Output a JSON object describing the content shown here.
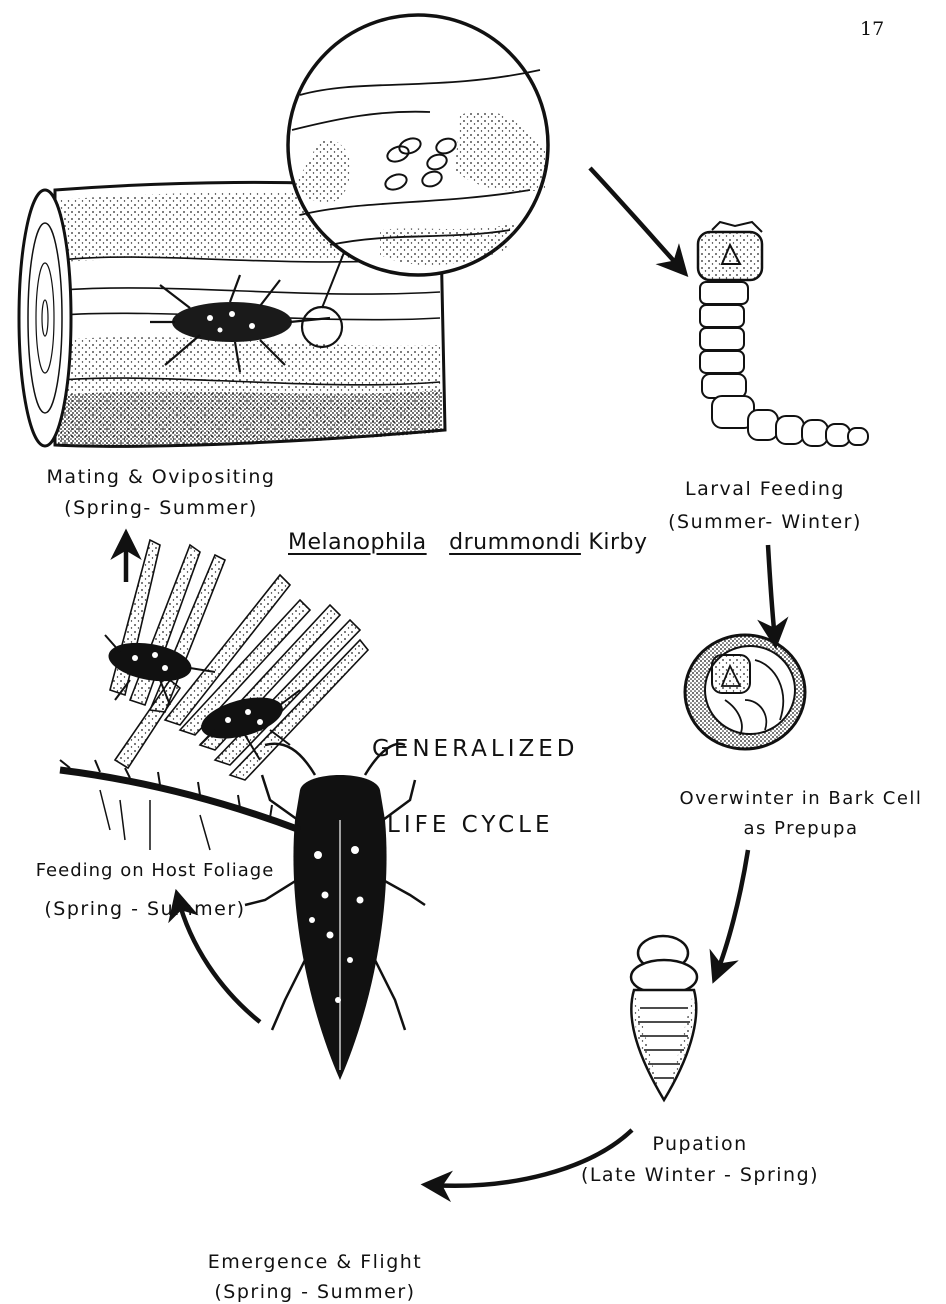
{
  "page_number": "17",
  "species": {
    "genus": "Melanophila",
    "epithet": "drummondi",
    "author": "Kirby"
  },
  "title": {
    "line1": "GENERALIZED",
    "line2": "LIFE CYCLE"
  },
  "stages": {
    "mating": {
      "name": "Mating & Ovipositing",
      "season": "(Spring- Summer)"
    },
    "larval": {
      "name": "Larval Feeding",
      "season": "(Summer- Winter)"
    },
    "overwinter": {
      "name": "Overwinter in Bark Cell",
      "season": "as Prepupa"
    },
    "pupation": {
      "name": "Pupation",
      "season": "(Late Winter - Spring)"
    },
    "emergence": {
      "name": "Emergence & Flight",
      "season": "(Spring - Summer)"
    },
    "feeding": {
      "name": "Feeding on Host Foliage",
      "season": "(Spring - Summer)"
    }
  },
  "icons": [
    "log-with-beetle-icon",
    "egg-magnifier-icon",
    "larva-icon",
    "prepupa-cell-icon",
    "pupa-icon",
    "adult-beetle-icon",
    "foliage-beetles-icon"
  ]
}
